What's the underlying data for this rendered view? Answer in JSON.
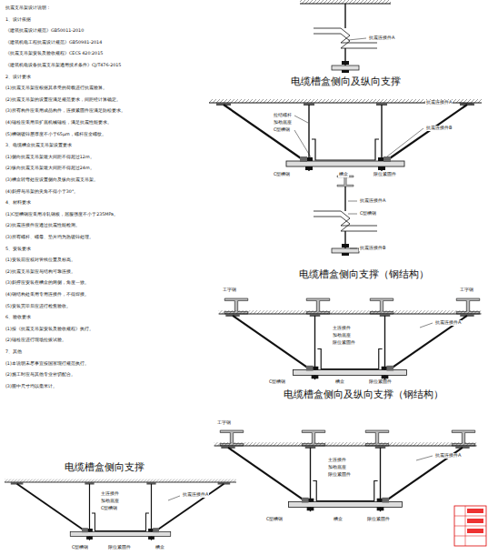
{
  "diagram": {
    "labels": [
      "抗震支吊架设计说明：",
      "1、设计依据",
      "《建筑抗震设计规范》GB50011-2010",
      "《建筑机电工程抗震设计规范》GB50981-2014",
      "《抗震支吊架安装及验收规程》CECS 420:2015",
      "《建筑机电设备抗震支吊架通用技术条件》CJ/T476-2015",
      "2、设计要求",
      "(1)抗震支吊架应根据其承受的荷载进行抗震验算。",
      "(2)抗震支吊架的设置应满足规范要求，间距经计算确定。",
      "(3)所有构件应采用成品构件，连接紧固件应满足防松要求。",
      "(4)锚栓应采用后扩底机械锚栓，满足抗震性能要求。",
      "(5)槽钢镀锌层厚度不小于65μm，螺杆应全螺纹。",
      "3、电缆槽盒抗震支吊架设置要求",
      "(1)侧向抗震支吊架最大间距不得超过12m。",
      "(2)纵向抗震支吊架最大间距不得超过24m。",
      "(3)槽盒转弯处应设置侧向及纵向抗震支吊架。",
      "(4)斜撑与吊架的夹角不得小于30°。",
      "4、材料要求",
      "(1)C型槽钢应采用冷轧钢板，屈服强度不小于235MPa。",
      "(2)抗震连接件应通过抗震性能检测。",
      "(3)所有螺杆、螺母、垫片均为热镀锌处理。",
      "5、安装要求",
      "(1)安装前应核对管线位置及标高。",
      "(2)抗震支吊架应与结构可靠连接。",
      "(3)斜撑应安装在槽盒的两侧，角度一致。",
      "(4)钢结构处采用专用连接件，不得焊接。",
      "(5)安装完毕后应进行检查验收。",
      "6、验收要求",
      "(1)按《抗震支吊架安装及验收规程》执行。",
      "(2)锚栓应进行现场拉拔试验。",
      "7、其他",
      "(1)本说明未尽事宜按国家现行规范执行。",
      "(2)施工时应与其他专业密切配合。",
      "(3)图中尺寸均以毫米计。",
      "抗震连接件A",
      "电缆槽盒侧向及纵向支撑",
      "抗震连接件A",
      "拉结螺杆",
      "加劲底座",
      "C型槽钢",
      "抗震连接件B",
      "C型槽钢",
      "槽盒",
      "限位紧固件",
      "抗震连接件A",
      "C型槽钢",
      "抗震连接件B",
      "电缆槽盒侧向支撑（钢结构）",
      "工字钢",
      "工字钢",
      "抗震连接件A",
      "主连接件",
      "加劲底座",
      "限位紧固件",
      "C型槽钢",
      "槽盒",
      "限位紧固件",
      "电缆槽盒侧向及纵向支撑（钢结构）",
      "工字钢",
      "抗震连接件A",
      "主连接件",
      "加劲底座",
      "限位紧固件",
      "C型槽钢",
      "槽盒",
      "限位紧固件",
      "电缆槽盒侧向支撑",
      "主连接件",
      "加劲底座",
      "C型槽钢",
      "抗震连接件A",
      "C型槽钢",
      "限位紧固件",
      "槽盒"
    ]
  }
}
